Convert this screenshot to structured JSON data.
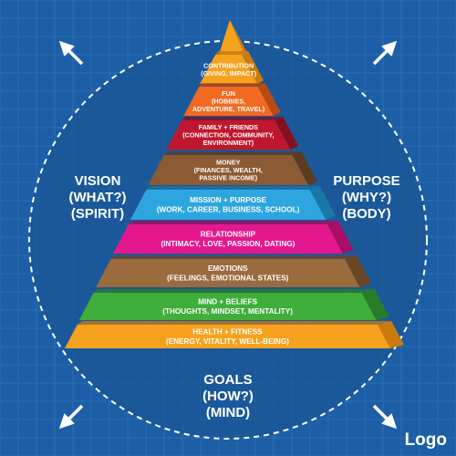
{
  "colors": {
    "background": "#1d5fa6",
    "grid": "#3f7fc3",
    "circle": "#ffffff"
  },
  "pyramid_levels": [
    {
      "title": "CONTRIBUTION",
      "subtitle": "(GIVING, IMPACT)",
      "color": "#f6a21e",
      "side": "#c97b0c"
    },
    {
      "title": "FUN",
      "subtitle": "(HOBBIES,\nADVENTURE, TRAVEL)",
      "color": "#f26a21",
      "side": "#b94a10"
    },
    {
      "title": "FAMILY + FRIENDS",
      "subtitle": "(CONNECTION, COMMUNITY,\nENVIRONMENT)",
      "color": "#c0172e",
      "side": "#86101f"
    },
    {
      "title": "MONEY",
      "subtitle": "(FINANCES, WEALTH,\nPASSIVE INCOME)",
      "color": "#8c5a33",
      "side": "#5e3b20"
    },
    {
      "title": "MISSION + PURPOSE",
      "subtitle": "(WORK, CAREER, BUSINESS, SCHOOL)",
      "color": "#2da6df",
      "side": "#1a77a6"
    },
    {
      "title": "RELATIONSHIP",
      "subtitle": "(INTIMACY, LOVE, PASSION, DATING)",
      "color": "#e5178e",
      "side": "#a60f65"
    },
    {
      "title": "EMOTIONS",
      "subtitle": "(FEELINGS, EMOTIONAL STATES)",
      "color": "#9b6a3d",
      "side": "#6b4727"
    },
    {
      "title": "MIND + BELIEFS",
      "subtitle": "(THOUGHTS, MINDSET, MENTALITY)",
      "color": "#3fae3b",
      "side": "#2a7d27"
    },
    {
      "title": "HEALTH + FITNESS",
      "subtitle": "(ENERGY, VITALITY, WELL-BEING)",
      "color": "#f6a21e",
      "side": "#c97b0c"
    }
  ],
  "vision": [
    "VISION",
    "(WHAT?)",
    "(SPIRIT)"
  ],
  "purpose": [
    "PURPOSE",
    "(WHY?)",
    "(BODY)"
  ],
  "goals": [
    "GOALS",
    "(HOW?)",
    "(MIND)"
  ],
  "logo": "Logo",
  "arrows": [
    "arrow-up-left-icon",
    "arrow-up-right-icon",
    "arrow-down-left-icon",
    "arrow-down-right-icon"
  ]
}
